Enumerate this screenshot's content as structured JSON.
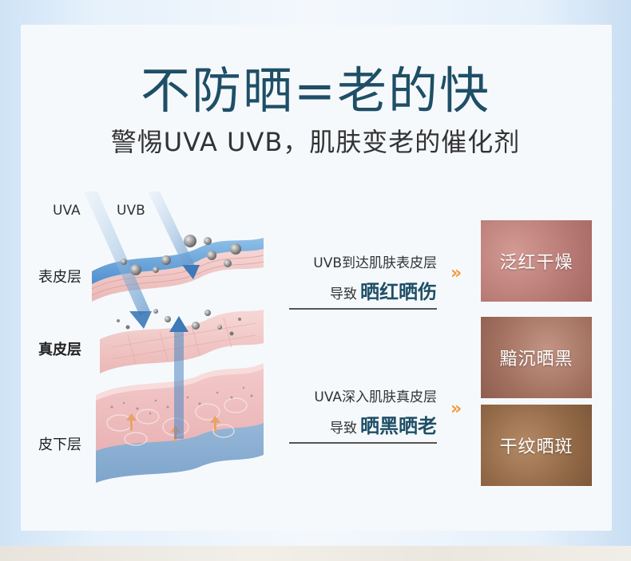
{
  "header": {
    "title": "不防晒=老的快",
    "subtitle": "警惕UVA UVB，肌肤变老的催化剂"
  },
  "rays": {
    "uva": "UVA",
    "uvb": "UVB"
  },
  "layers": {
    "epidermis": "表皮层",
    "dermis": "真皮层",
    "hypodermis": "皮下层"
  },
  "info": [
    {
      "line1": "UVB到达肌肤表皮层",
      "prefix": "导致",
      "emphasis": "晒红晒伤"
    },
    {
      "line1": "UVA深入肌肤真皮层",
      "prefix": "导致",
      "emphasis": "晒黑晒老"
    }
  ],
  "chevron": "»",
  "photos": [
    {
      "label": "泛红干燥"
    },
    {
      "label": "黯沉晒黑"
    },
    {
      "label": "干纹晒斑"
    }
  ],
  "colors": {
    "title": "#1e4f66",
    "accent": "#f29a3a"
  }
}
